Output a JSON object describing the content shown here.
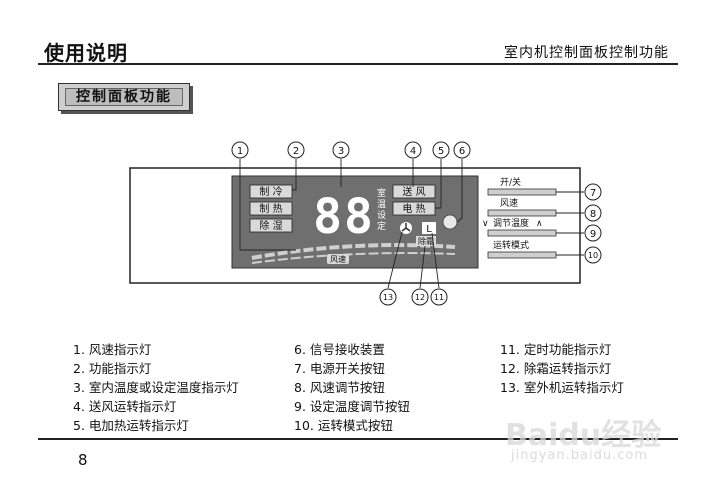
{
  "header": {
    "title": "使用说明",
    "section": "室内机控制面板控制功能"
  },
  "section_label": "控制面板功能",
  "panel": {
    "mode_cool": "制 冷",
    "mode_heat": "制 热",
    "mode_dry": "除 湿",
    "digits": "88",
    "temp_label": "室温 设定",
    "fan_indicator": "送 风",
    "heater_indicator": "电 热",
    "fan_speed_label": "风速",
    "defrost_label": "除霜",
    "timer_glyph": "L"
  },
  "controls": {
    "power": "开/关",
    "fan_speed": "风速",
    "temp_adjust": "调节温度",
    "mode": "运转模式"
  },
  "callouts": [
    "1",
    "2",
    "3",
    "4",
    "5",
    "6",
    "7",
    "8",
    "9",
    "10",
    "11",
    "12",
    "13"
  ],
  "legend": {
    "col1": [
      "1. 风速指示灯",
      "2. 功能指示灯",
      "3. 室内温度或设定温度指示灯",
      "4. 送风运转指示灯",
      "5. 电加热运转指示灯"
    ],
    "col2": [
      "6. 信号接收装置",
      "7. 电源开关按钮",
      "8. 风速调节按钮",
      "9. 设定温度调节按钮",
      "10. 运转模式按钮"
    ],
    "col3": [
      "11. 定时功能指示灯",
      "12. 除霜运转指示灯",
      "13. 室外机运转指示灯"
    ]
  },
  "page_number": "8",
  "watermark": {
    "logo": "Baidu经验",
    "url": "jingyan.baidu.com"
  }
}
